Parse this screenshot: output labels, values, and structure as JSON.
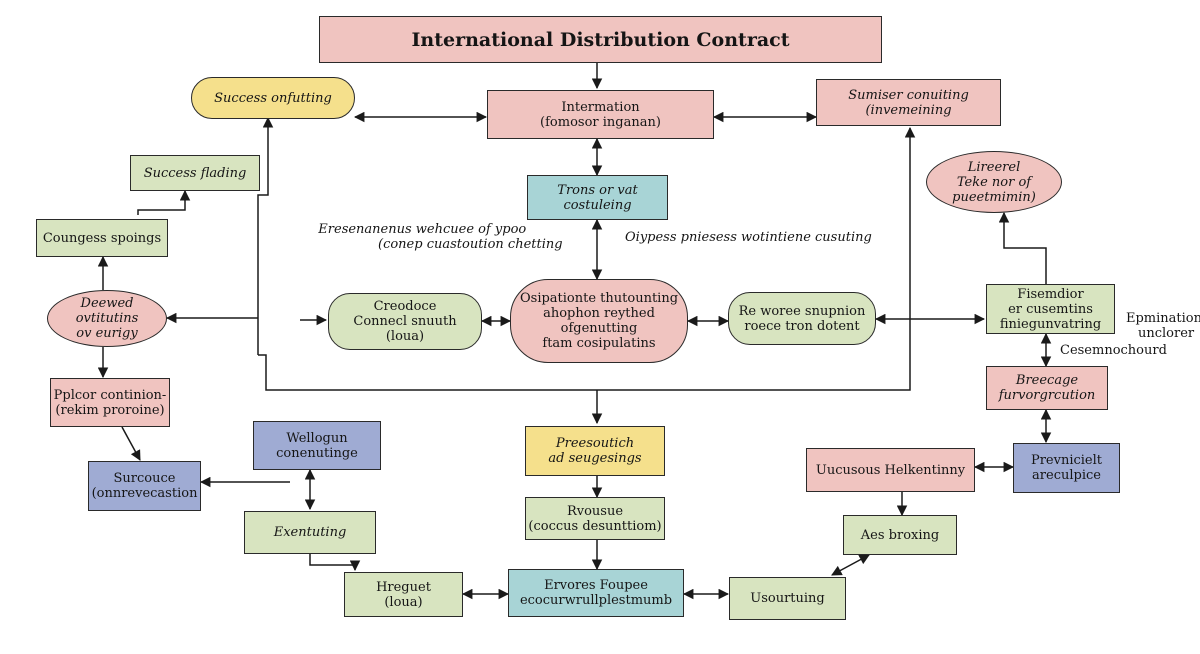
{
  "diagram": {
    "title": "International Distribution Contract",
    "nodes": {
      "success_outputting": [
        "Success onfutting"
      ],
      "intermation": [
        "Intermation",
        "(fomosor inganan)"
      ],
      "sumiser_consulting": [
        "Sumiser conuiting",
        "(invemeining"
      ],
      "success_flading": [
        "Success flading"
      ],
      "lireerel": [
        "Lireerel",
        "Teke nor of",
        "pueetmimin)"
      ],
      "trons_vat": [
        "Trons or vat",
        "costuleing"
      ],
      "coungess_spoings": [
        "Coungess spoings"
      ],
      "deewed": [
        "Deewed",
        "ovtitutins",
        "ov eurigy"
      ],
      "creodoce": [
        "Creodoce",
        "Connecl snuuth",
        "(loua)"
      ],
      "osipationte": [
        "Osipationte thutounting",
        "ahophon reythed",
        "ofgenutting",
        "ftam cosipulatins"
      ],
      "re_woree": [
        "Re woree snupnion",
        "roece tron dotent"
      ],
      "fisemdior": [
        "Fisemdior",
        "er cusemtins",
        "finiegunvatring"
      ],
      "plicor": [
        "Pplcor continion-",
        "(rekim proroine)"
      ],
      "breecage": [
        "Breecage",
        "furvorgrcution"
      ],
      "welloguen": [
        "Wellogun",
        "conenutinge"
      ],
      "preesoutich": [
        "Preesoutich",
        "ad seugesings"
      ],
      "uucusous": [
        "Uucusous Helkentinny"
      ],
      "prevnicielt": [
        "Prevnicielt",
        "areculpice"
      ],
      "surcouce": [
        "Surcouce",
        "(onnrevecastion"
      ],
      "rvousue": [
        "Rvousue",
        "(coccus desunttiom)"
      ],
      "exentuting": [
        "Exentuting"
      ],
      "aes_broxing": [
        "Aes broxing"
      ],
      "hrequet": [
        "Hreguet",
        "(loua)"
      ],
      "ervores": [
        "Ervores Foupee",
        "ecocurwrullplestmumb"
      ],
      "usourtuing": [
        "Usourtuing"
      ]
    },
    "annotations": {
      "left_note": [
        "Eresenanenus wehcuee of ypoo",
        "(conep cuastoution chetting"
      ],
      "center_note": "Oiypess pniesess wotintiene cusuting",
      "right_note_1": "Epmination",
      "right_note_2": "unclorer",
      "right_note_3": "Cesemnochourd"
    }
  }
}
